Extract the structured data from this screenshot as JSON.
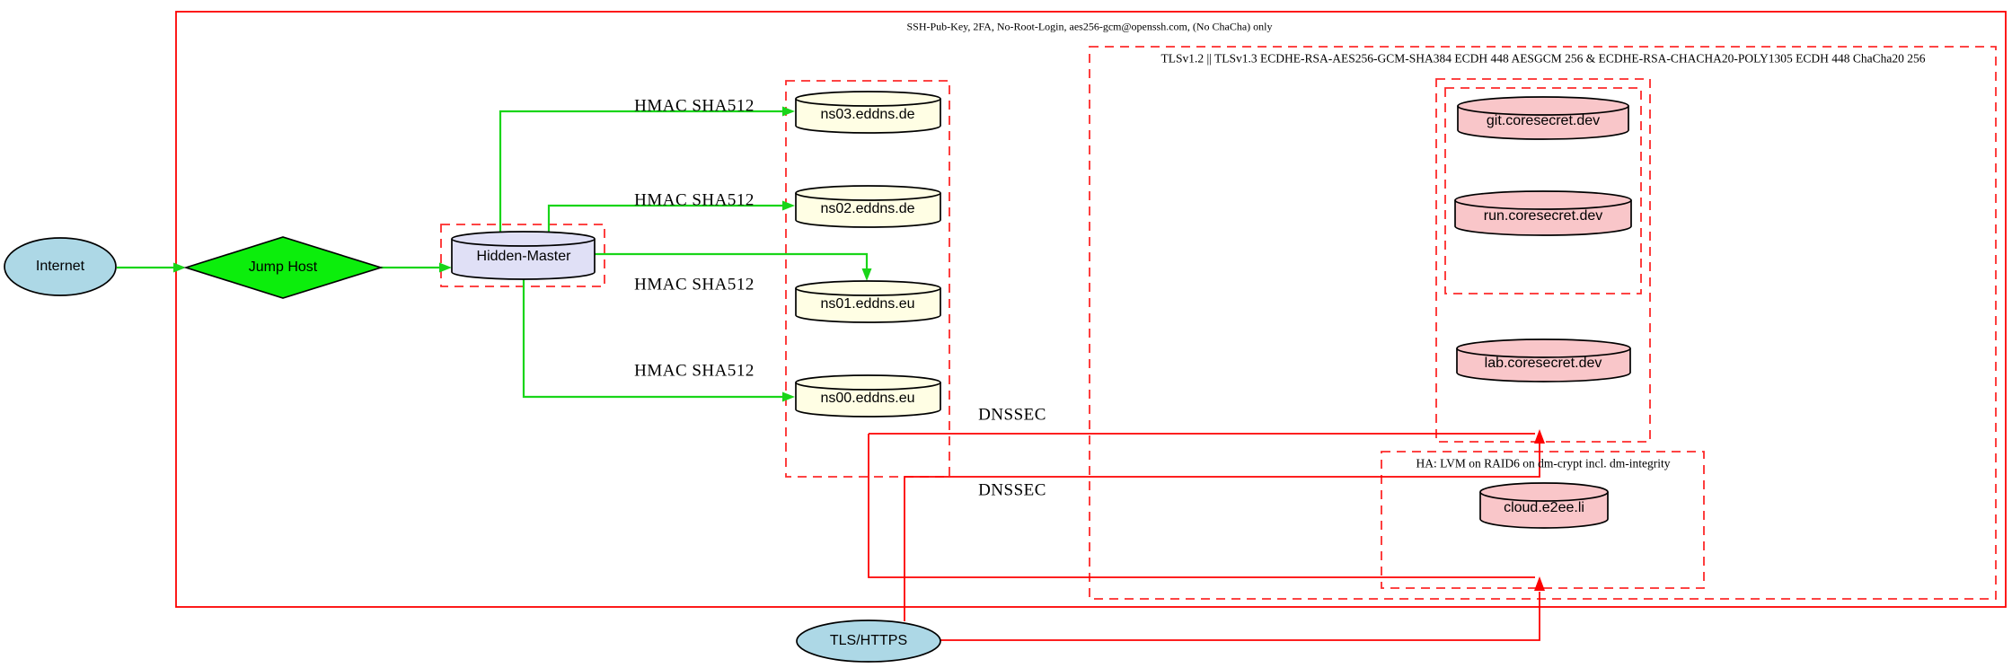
{
  "diagram": {
    "title_note": "network security architecture diagram",
    "clusters": {
      "ssh_label": "SSH-Pub-Key, 2FA, No-Root-Login, aes256-gcm@openssh.com, (No ChaCha) only",
      "tls_label": "TLSv1.2 || TLSv1.3 ECDHE-RSA-AES256-GCM-SHA384 ECDH 448 AESGCM 256 & ECDHE-RSA-CHACHA20-POLY1305 ECDH 448 ChaCha20 256",
      "ha_label": "HA: LVM on RAID6 on dm-crypt incl. dm-integrity"
    },
    "nodes": {
      "internet": "Internet",
      "jump_host": "Jump Host",
      "hidden_master": "Hidden-Master",
      "ns03": "ns03.eddns.de",
      "ns02": "ns02.eddns.de",
      "ns01": "ns01.eddns.eu",
      "ns00": "ns00.eddns.eu",
      "git": "git.coresecret.dev",
      "run": "run.coresecret.dev",
      "lab": "lab.coresecret.dev",
      "cloud": "cloud.e2ee.li",
      "tls_https": "TLS/HTTPS"
    },
    "edge_labels": {
      "hmac": "HMAC SHA512",
      "dnssec": "DNSSEC"
    },
    "colors": {
      "edge_green": "#19d519",
      "edge_red": "#fd0000",
      "box_red": "#fd2a2a",
      "fill_lightblue": "#add8e6",
      "fill_green": "#0cee0c",
      "fill_lavender": "#e0e0f6",
      "fill_lightyellow": "#fffee4",
      "fill_pink": "#f9c6c9",
      "stroke_black": "#000000"
    }
  }
}
